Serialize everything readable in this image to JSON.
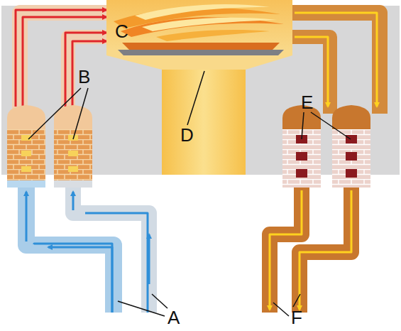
{
  "diagram": {
    "labels": [
      "A",
      "B",
      "C",
      "D",
      "E",
      "F"
    ]
  }
}
